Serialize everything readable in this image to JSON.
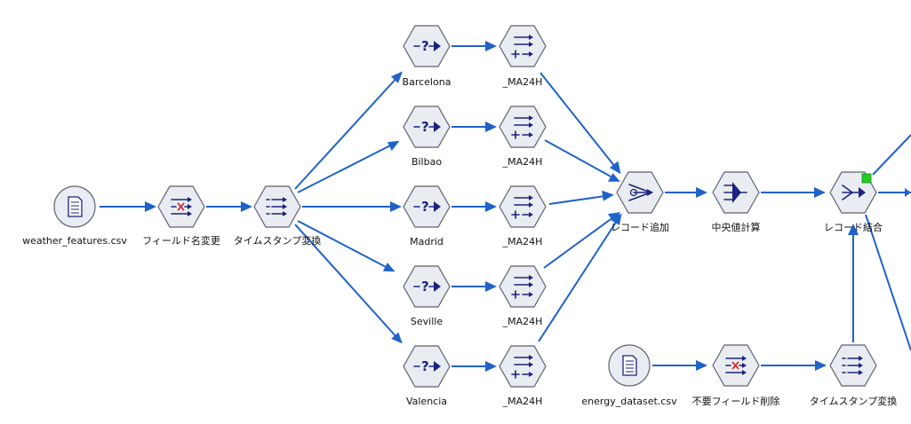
{
  "colors": {
    "link": "#1f62c9",
    "node_fill": "#e9ecf1",
    "glyph": "#1a237e",
    "flag": "#22cc22"
  },
  "nodes": {
    "src1": {
      "label": "weather_features.csv",
      "icon": "file-source-icon"
    },
    "rename": {
      "label": "フィールド名変更",
      "icon": "filter-icon"
    },
    "ts1": {
      "label": "タイムスタンプ変換",
      "icon": "derive-icon"
    },
    "barcelona": {
      "label": "Barcelona",
      "icon": "select-icon"
    },
    "bilbao": {
      "label": "Bilbao",
      "icon": "select-icon"
    },
    "madrid": {
      "label": "Madrid",
      "icon": "select-icon"
    },
    "seville": {
      "label": "Seville",
      "icon": "select-icon"
    },
    "valencia": {
      "label": "Valencia",
      "icon": "select-icon"
    },
    "ma1": {
      "label": "_MA24H",
      "icon": "derive-plus-icon"
    },
    "ma2": {
      "label": "_MA24H",
      "icon": "derive-plus-icon"
    },
    "ma3": {
      "label": "_MA24H",
      "icon": "derive-plus-icon"
    },
    "ma4": {
      "label": "_MA24H",
      "icon": "derive-plus-icon"
    },
    "ma5": {
      "label": "_MA24H",
      "icon": "derive-plus-icon"
    },
    "append": {
      "label": "レコード追加",
      "icon": "append-icon"
    },
    "aggregate": {
      "label": "中央値計算",
      "icon": "aggregate-icon"
    },
    "merge": {
      "label": "レコード結合",
      "icon": "merge-icon"
    },
    "src2": {
      "label": "energy_dataset.csv",
      "icon": "file-source-icon"
    },
    "dropfields": {
      "label": "不要フィールド削除",
      "icon": "filter-icon"
    },
    "ts2": {
      "label": "タイムスタンプ変換",
      "icon": "derive-icon"
    }
  }
}
